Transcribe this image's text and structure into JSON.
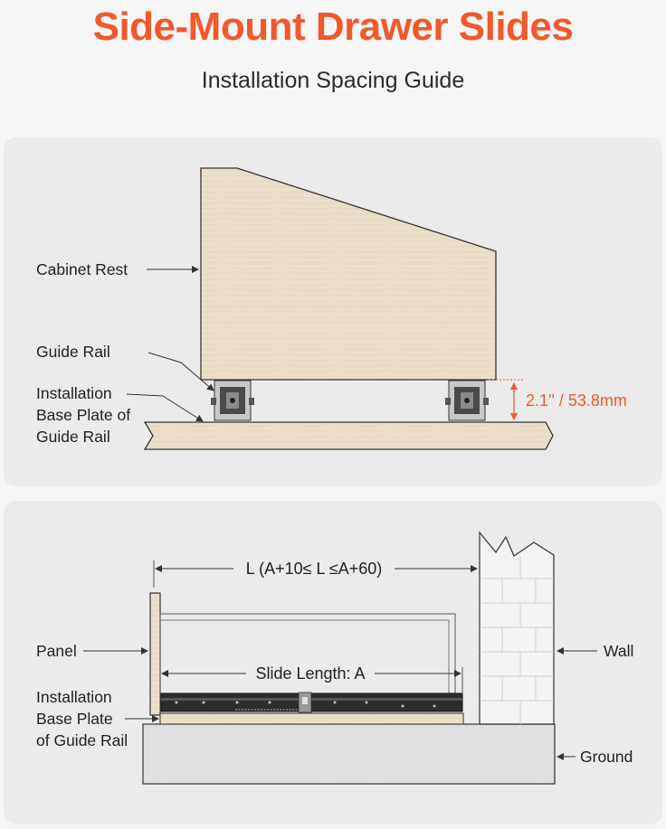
{
  "header": {
    "title": "Side-Mount Drawer Slides",
    "subtitle": "Installation Spacing Guide"
  },
  "top_diagram": {
    "labels": {
      "cabinet_rest": "Cabinet Rest",
      "guide_rail": "Guide Rail",
      "base_plate_line1": "Installation",
      "base_plate_line2": "Base Plate of",
      "base_plate_line3": "Guide Rail"
    },
    "gap_dimension": "2.1'' / 53.8mm"
  },
  "bottom_diagram": {
    "labels": {
      "panel": "Panel",
      "base_plate_line1": "Installation",
      "base_plate_line2": "Base Plate",
      "base_plate_line3": "of Guide Rail",
      "wall": "Wall",
      "ground": "Ground"
    },
    "length_dimension": "L (A+10≤ L ≤A+60)",
    "slide_length": "Slide Length: A"
  },
  "colors": {
    "accent": "#f2582a",
    "wood": "#ece0cb",
    "concrete": "#e1e1e1",
    "brick": "#f3f3f3"
  }
}
